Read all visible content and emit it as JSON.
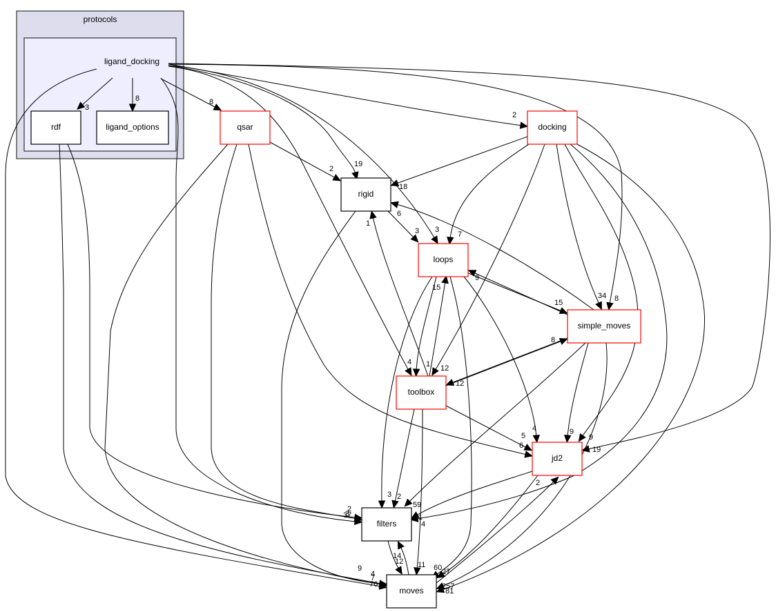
{
  "diagram": {
    "title": "ligand_docking directory dependency graph",
    "colors": {
      "outer_cluster_fill": "#dddded",
      "inner_cluster_fill": "#eeeeff",
      "cluster_stroke": "#333333",
      "node_stroke_default": "#000000",
      "node_stroke_incomplete": "#ff0000",
      "edge": "#000000"
    },
    "clusters": [
      {
        "id": "protocols",
        "label": "protocols"
      },
      {
        "id": "ligand_docking",
        "label": "ligand_docking"
      }
    ],
    "nodes": [
      {
        "id": "rdf",
        "label": "rdf",
        "border": "black"
      },
      {
        "id": "ligand_options",
        "label": "ligand_options",
        "border": "black"
      },
      {
        "id": "qsar",
        "label": "qsar",
        "border": "red"
      },
      {
        "id": "docking",
        "label": "docking",
        "border": "red"
      },
      {
        "id": "rigid",
        "label": "rigid",
        "border": "black"
      },
      {
        "id": "loops",
        "label": "loops",
        "border": "red"
      },
      {
        "id": "simple_moves",
        "label": "simple_moves",
        "border": "red"
      },
      {
        "id": "toolbox",
        "label": "toolbox",
        "border": "red"
      },
      {
        "id": "jd2",
        "label": "jd2",
        "border": "red"
      },
      {
        "id": "filters",
        "label": "filters",
        "border": "black"
      },
      {
        "id": "moves",
        "label": "moves",
        "border": "black"
      }
    ],
    "edges": [
      {
        "from": "ligand_docking",
        "to": "rdf",
        "count": "3"
      },
      {
        "from": "ligand_docking",
        "to": "ligand_options",
        "count": "8"
      },
      {
        "from": "ligand_docking",
        "to": "qsar",
        "count": "8"
      },
      {
        "from": "ligand_docking",
        "to": "docking",
        "count": "2"
      },
      {
        "from": "ligand_docking",
        "to": "rigid",
        "count": "19"
      },
      {
        "from": "ligand_docking",
        "to": "loops",
        "count": "3"
      },
      {
        "from": "ligand_docking",
        "to": "simple_moves",
        "count": "8"
      },
      {
        "from": "ligand_docking",
        "to": "toolbox",
        "count": "4"
      },
      {
        "from": "ligand_docking",
        "to": "jd2",
        "count": "19"
      },
      {
        "from": "ligand_docking",
        "to": "filters",
        "count": "37"
      },
      {
        "from": "ligand_docking",
        "to": "moves",
        "count": "76"
      },
      {
        "from": "rdf",
        "to": "filters",
        "count": "2"
      },
      {
        "from": "rdf",
        "to": "moves",
        "count": "7"
      },
      {
        "from": "qsar",
        "to": "rigid",
        "count": "2"
      },
      {
        "from": "qsar",
        "to": "jd2",
        "count": "6"
      },
      {
        "from": "qsar",
        "to": "filters",
        "count": "3"
      },
      {
        "from": "qsar",
        "to": "moves",
        "count": "4"
      },
      {
        "from": "docking",
        "to": "rigid",
        "count": "18"
      },
      {
        "from": "docking",
        "to": "loops",
        "count": "7"
      },
      {
        "from": "docking",
        "to": "simple_moves",
        "count": "34"
      },
      {
        "from": "docking",
        "to": "toolbox",
        "count": "12"
      },
      {
        "from": "docking",
        "to": "jd2",
        "count": "9"
      },
      {
        "from": "docking",
        "to": "filters",
        "count": "1"
      },
      {
        "from": "docking",
        "to": "moves",
        "count": "81"
      },
      {
        "from": "rigid",
        "to": "loops",
        "count": "3"
      },
      {
        "from": "rigid",
        "to": "moves",
        "count": "9"
      },
      {
        "from": "loops",
        "to": "simple_moves",
        "count": "15"
      },
      {
        "from": "loops",
        "to": "toolbox",
        "count": "1"
      },
      {
        "from": "loops",
        "to": "jd2",
        "count": "4"
      },
      {
        "from": "loops",
        "to": "filters",
        "count": "3"
      },
      {
        "from": "loops",
        "to": "moves",
        "count": "60"
      },
      {
        "from": "simple_moves",
        "to": "rigid",
        "count": "6"
      },
      {
        "from": "simple_moves",
        "to": "loops",
        "count": "9"
      },
      {
        "from": "simple_moves",
        "to": "toolbox",
        "count": "12"
      },
      {
        "from": "simple_moves",
        "to": "jd2",
        "count": "9"
      },
      {
        "from": "simple_moves",
        "to": "filters",
        "count": "59"
      },
      {
        "from": "simple_moves",
        "to": "moves",
        "count": "257"
      },
      {
        "from": "toolbox",
        "to": "rigid",
        "count": "1"
      },
      {
        "from": "toolbox",
        "to": "loops",
        "count": "15"
      },
      {
        "from": "toolbox",
        "to": "simple_moves",
        "count": "8"
      },
      {
        "from": "toolbox",
        "to": "jd2",
        "count": "5"
      },
      {
        "from": "toolbox",
        "to": "filters",
        "count": "2"
      },
      {
        "from": "toolbox",
        "to": "moves",
        "count": "11"
      },
      {
        "from": "jd2",
        "to": "filters",
        "count": "4"
      },
      {
        "from": "jd2",
        "to": "moves",
        "count": "27"
      },
      {
        "from": "filters",
        "to": "moves",
        "count": "12"
      },
      {
        "from": "moves",
        "to": "filters",
        "count": "14"
      },
      {
        "from": "moves",
        "to": "jd2",
        "count": "2"
      }
    ]
  }
}
